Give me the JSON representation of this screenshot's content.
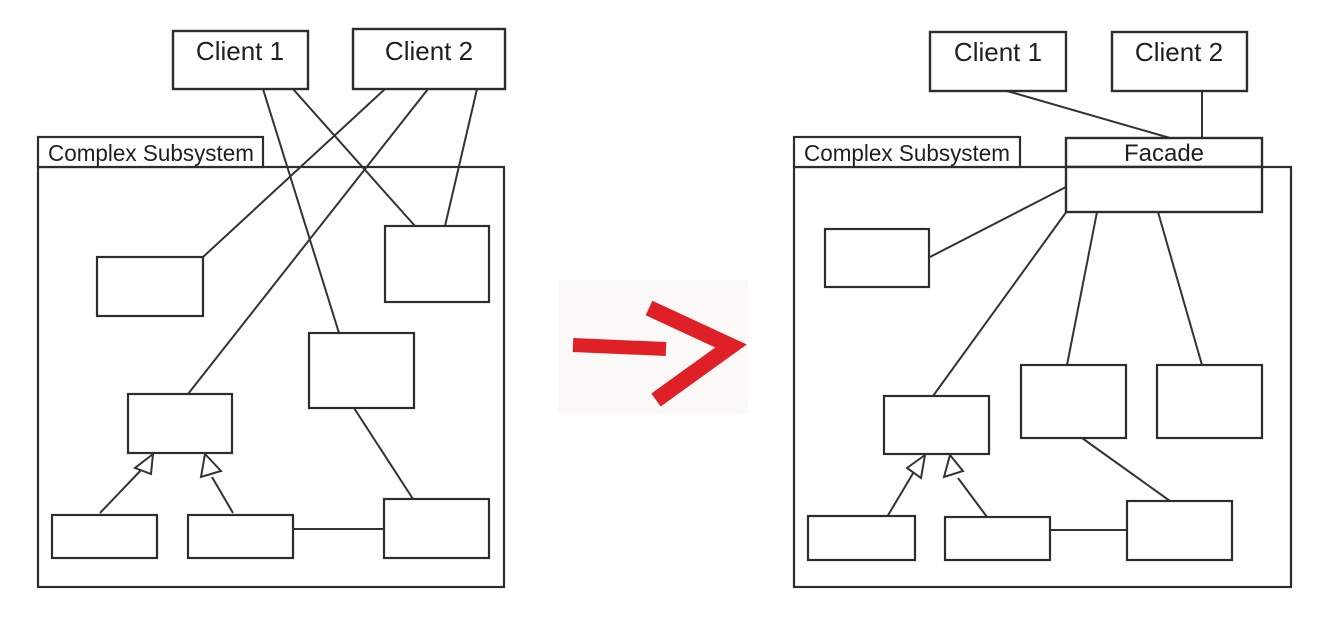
{
  "left_diagram": {
    "client1_label": "Client 1",
    "client2_label": "Client 2",
    "subsystem_label": "Complex Subsystem"
  },
  "right_diagram": {
    "client1_label": "Client 1",
    "client2_label": "Client 2",
    "subsystem_label": "Complex Subsystem",
    "facade_label": "Facade"
  },
  "icons": {
    "transform_arrow": "right-arrow"
  },
  "colors": {
    "background": "#ffffff",
    "line": "#333333",
    "box_border": "#2d2d2d",
    "box_fill": "#ffffff",
    "text": "#1f1f1f",
    "arrow_red": "#df2127",
    "arrow_patch": "#fbf8f8"
  }
}
